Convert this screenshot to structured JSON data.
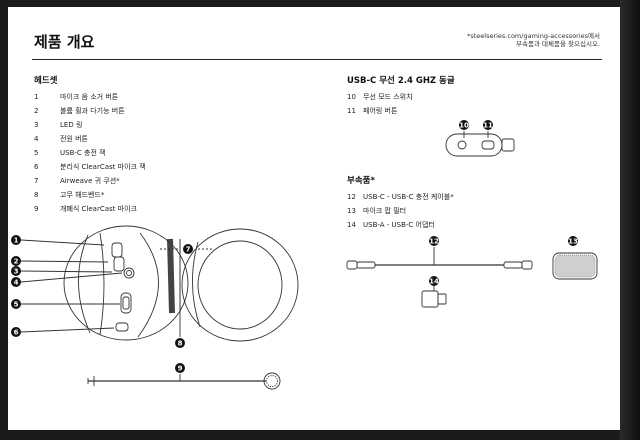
{
  "title": "제품 개요",
  "source_note": {
    "line1": "*steelseries.com/gaming-accessories에서",
    "line2": "부속품과 대체품을 찾으십시오."
  },
  "headset": {
    "heading": "헤드셋",
    "items": [
      {
        "num": "1",
        "label": "마이크 음 소거 버튼"
      },
      {
        "num": "2",
        "label": "볼륨 휠과 다기능 버튼"
      },
      {
        "num": "3",
        "label": "LED 링"
      },
      {
        "num": "4",
        "label": "전원 버튼"
      },
      {
        "num": "5",
        "label": "USB-C 충전 잭"
      },
      {
        "num": "6",
        "label": "분리식 ClearCast 마이크 잭"
      },
      {
        "num": "7",
        "label": "Airweave 귀 쿠션*"
      },
      {
        "num": "8",
        "label": "고무 헤드밴드*"
      },
      {
        "num": "9",
        "label": "개폐식 ClearCast 마이크"
      }
    ]
  },
  "dongle": {
    "heading": "USB-C 무선 2.4 GHZ 동글",
    "items": [
      {
        "num": "10",
        "label": "무선 모드 스위치"
      },
      {
        "num": "11",
        "label": "페어링 버튼"
      }
    ]
  },
  "accessories": {
    "heading": "부속품*",
    "items": [
      {
        "num": "12",
        "label": "USB-C - USB-C 충전 케이블*"
      },
      {
        "num": "13",
        "label": "마이크 팝 필터"
      },
      {
        "num": "14",
        "label": "USB-A - USB-C 어댑터"
      }
    ]
  },
  "callouts": {
    "c1": "1",
    "c2": "2",
    "c3": "3",
    "c4": "4",
    "c5": "5",
    "c6": "6",
    "c7": "7",
    "c8": "8",
    "c9": "9",
    "c10": "10",
    "c11": "11",
    "c12": "12",
    "c13": "13",
    "c14": "14"
  },
  "colors": {
    "callout_fill": "#111111",
    "line_art": "#333333"
  }
}
